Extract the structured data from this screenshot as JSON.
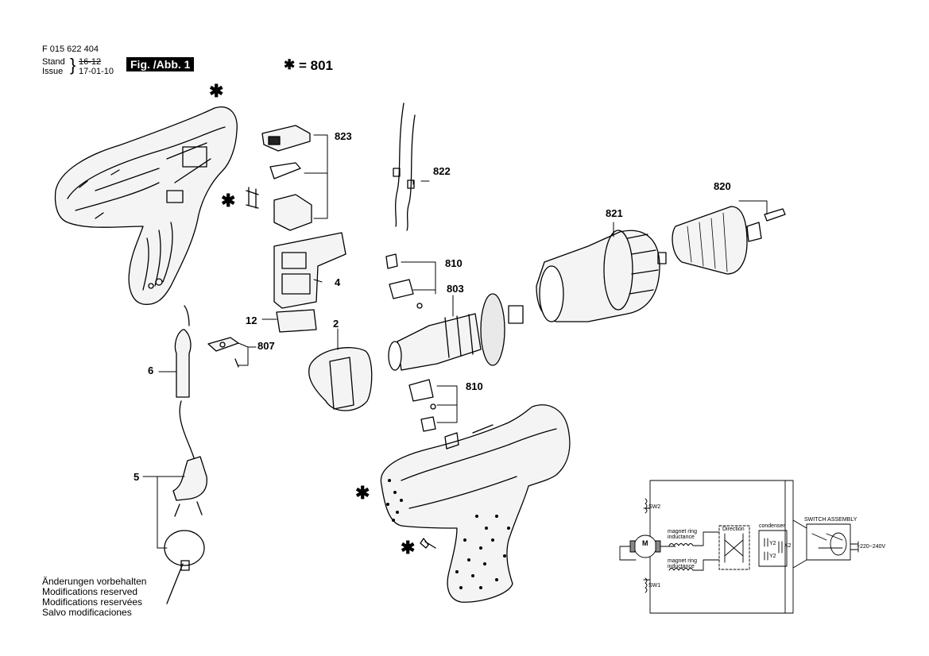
{
  "header": {
    "part_number": "F 015 622 404",
    "stand_label": "Stand",
    "stand_date": "16-12",
    "issue_label": "Issue",
    "issue_date": "17-01-10",
    "figure_label": "Fig. /Abb. 1",
    "star_symbol": "✱",
    "legend_value": "= 801"
  },
  "parts": {
    "p823": "823",
    "p822": "822",
    "p820": "820",
    "p821": "821",
    "p810a": "810",
    "p803": "803",
    "p4": "4",
    "p12": "12",
    "p2": "2",
    "p807": "807",
    "p6": "6",
    "p810b": "810",
    "p5": "5"
  },
  "modifications": [
    "Änderungen vorbehalten",
    "Modifications reserved",
    "Modifications reservées",
    "Salvo modificaciones"
  ],
  "schematic": {
    "sw2": "SW2",
    "sw1": "SW1",
    "motor": "M",
    "mag_top": "magnet ring inductance",
    "mag_bottom": "magnet ring inductance",
    "direction": "Direction",
    "condenser": "condenser",
    "y2a": "Y2",
    "y2b": "Y2",
    "x2": "X2",
    "switch_assembly": "SWITCH ASSEMBLY",
    "voltage": "~220~240V"
  }
}
